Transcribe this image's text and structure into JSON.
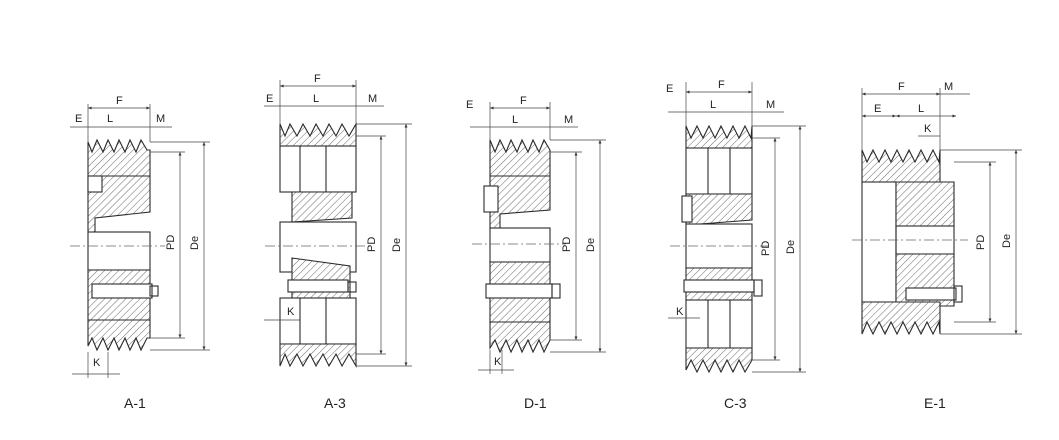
{
  "figures": [
    {
      "caption": "A-1",
      "labels": {
        "E": "E",
        "L": "L",
        "F": "F",
        "M": "M",
        "K": "K",
        "PD": "PD",
        "De": "De"
      }
    },
    {
      "caption": "A-3",
      "labels": {
        "E": "E",
        "L": "L",
        "F": "F",
        "M": "M",
        "K": "K",
        "PD": "PD",
        "De": "De"
      }
    },
    {
      "caption": "D-1",
      "labels": {
        "E": "E",
        "L": "L",
        "F": "F",
        "M": "M",
        "K": "K",
        "PD": "PD",
        "De": "De"
      }
    },
    {
      "caption": "C-3",
      "labels": {
        "E": "E",
        "L": "L",
        "F": "F",
        "M": "M",
        "K": "K",
        "PD": "PD",
        "De": "De"
      }
    },
    {
      "caption": "E-1",
      "labels": {
        "E": "E",
        "L": "L",
        "F": "F",
        "M": "M",
        "K": "K",
        "PD": "PD",
        "De": "De"
      }
    }
  ]
}
